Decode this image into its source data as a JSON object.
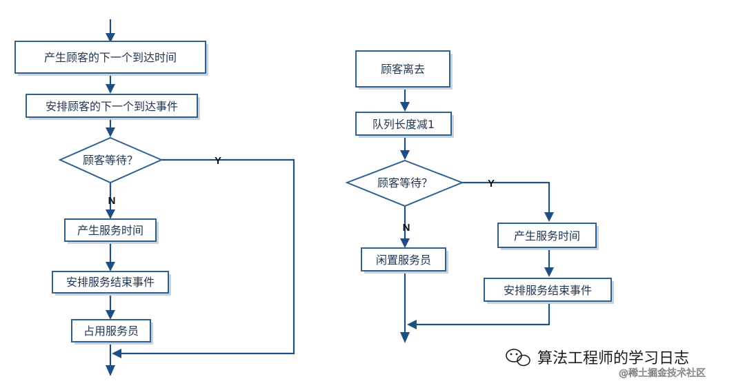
{
  "left_flow": {
    "arrive_next_time": "产生顾客的下一个到达时间",
    "schedule_arrival": "安排顾客的下一个到达事件",
    "decision_waiting": "顾客等待？",
    "branch_yes": "Y",
    "branch_no": "N",
    "gen_service_time": "产生服务时间",
    "schedule_end": "安排服务结束事件",
    "occupy_server": "占用服务员"
  },
  "right_flow": {
    "customer_leave": "顾客离去",
    "queue_decrement": "队列长度减1",
    "decision_waiting": "顾客等待？",
    "branch_yes": "Y",
    "branch_no": "N",
    "idle_server": "闲置服务员",
    "gen_service_time": "产生服务时间",
    "schedule_end": "安排服务结束事件"
  },
  "watermark": {
    "title": "算法工程师的学习日志",
    "subtitle": "@稀土掘金技术社区",
    "icon": "wechat-icon"
  },
  "colors": {
    "stroke": "#2d5f8f",
    "line": "#1f4f80",
    "text": "#1e3450"
  }
}
